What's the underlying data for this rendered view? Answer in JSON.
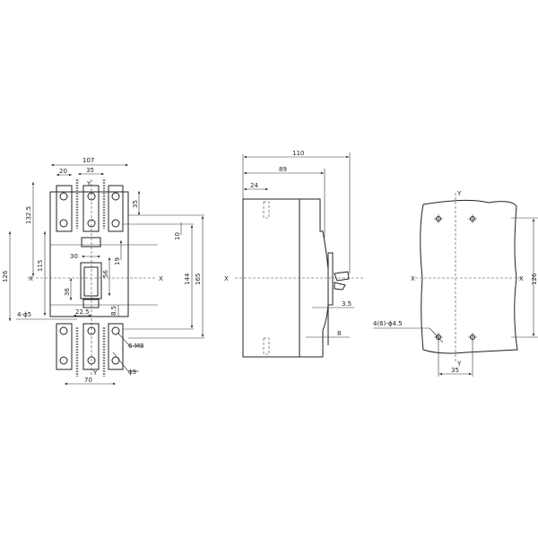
{
  "front_view": {
    "width_total": "107",
    "terminal_width": "20",
    "pole_pitch": "35",
    "height_132_5": "132.5",
    "height_115": "115",
    "height_126": "126",
    "mount_holes": "4-ϕ5",
    "terminal_height": "35",
    "dim_10": "10",
    "dim_19": "19",
    "dim_144": "144",
    "dim_165": "165",
    "handle_width": "30",
    "handle_height": "56",
    "dim_36": "36",
    "dim_22_5": "22.5",
    "dim_8_5": "8.5",
    "screw": "6-M8",
    "hole_dia": "ϕ9",
    "terminal_pitch": "70",
    "axis_x": "X",
    "axis_y": "Y"
  },
  "side_view": {
    "depth_total": "110",
    "depth_body": "89",
    "dim_24": "24",
    "dim_3_5": "3.5",
    "dim_8": "8",
    "axis_x": "X"
  },
  "panel_cutout": {
    "vertical_pitch": "126",
    "horizontal_pitch": "35",
    "holes": "4(6)-ϕ4.5",
    "axis_x": "X",
    "axis_y": "Y"
  }
}
